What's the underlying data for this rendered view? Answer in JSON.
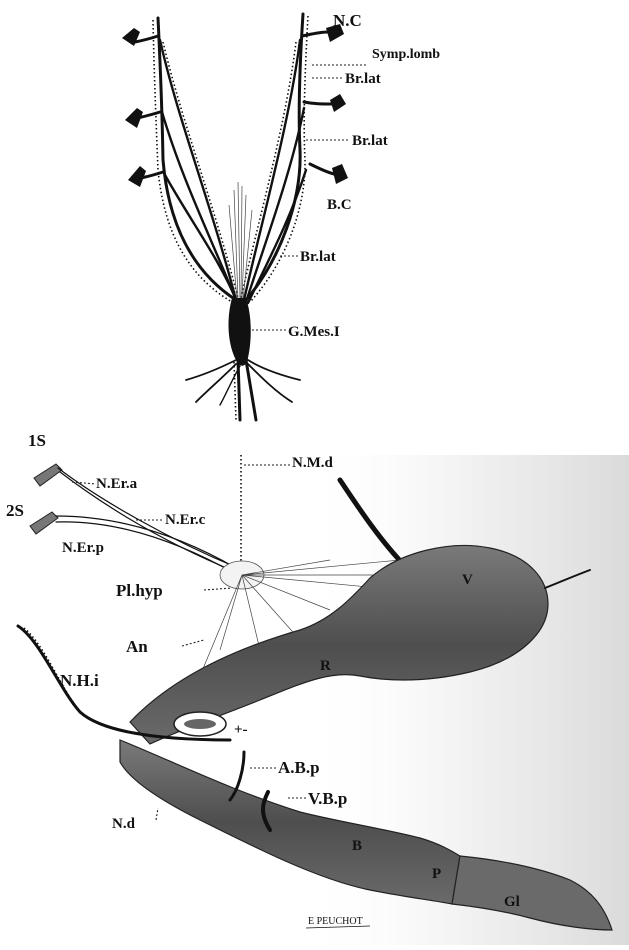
{
  "top_figure": {
    "labels": {
      "nc": "N.C",
      "symp_lomb": "Symp.lomb",
      "brlat_1": "Br.lat",
      "brlat_2": "Br.lat",
      "bc": "B.C",
      "brlat_3": "Br.lat",
      "gmes": "G.Mes.I"
    }
  },
  "bottom_figure": {
    "labels": {
      "s1": "1S",
      "s2": "2S",
      "ner_a": "N.Er.a",
      "ner_c": "N.Er.c",
      "ner_p": "N.Er.p",
      "nmd": "N.M.d",
      "pl_hyp": "Pl.hyp",
      "v": "V",
      "an": "An",
      "r": "R",
      "nhi": "N.H.i",
      "plus_minus": "+-",
      "abp": "A.B.p",
      "vbp": "V.B.p",
      "nd": "N.d",
      "b": "B",
      "p": "P",
      "gl": "Gl"
    },
    "signature": "E PEUCHOT"
  },
  "colors": {
    "ink": "#111111",
    "organ_shade": "#5a5a5a",
    "organ_light": "#8a8a8a",
    "background": "#ffffff"
  }
}
